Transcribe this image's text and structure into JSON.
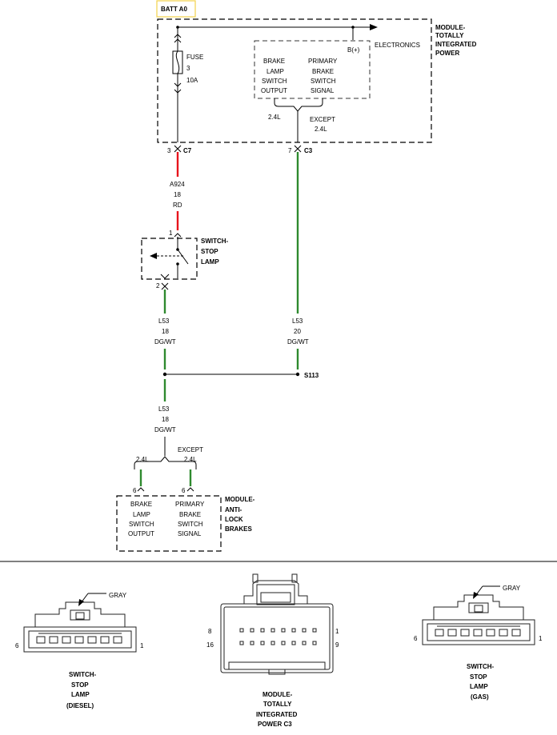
{
  "source_label": "BATT A0",
  "colors": {
    "red_wire": "#e8141c",
    "green_wire": "#2f8a2f",
    "source_box_border": "#f2d24b"
  },
  "tipm": {
    "title": [
      "MODULE-",
      "TOTALLY",
      "INTEGRATED",
      "POWER"
    ],
    "fuse": [
      "FUSE",
      "3",
      "10A"
    ],
    "electronics": "ELECTRONICS",
    "bplus": "B(+)",
    "brake_output": [
      "BRAKE",
      "LAMP",
      "SWITCH",
      "OUTPUT"
    ],
    "primary_signal": [
      "PRIMARY",
      "BRAKE",
      "SWITCH",
      "SIGNAL"
    ],
    "opt_a": "2.4L",
    "opt_b": [
      "EXCEPT",
      "2.4L"
    ]
  },
  "c7": {
    "pin": "3",
    "name": "C7"
  },
  "c3": {
    "pin": "7",
    "name": "C3"
  },
  "wire_a924": [
    "A924",
    "18",
    "RD"
  ],
  "switch": {
    "pin_in": "1",
    "pin_out": "2",
    "title": [
      "SWITCH-",
      "STOP",
      "LAMP"
    ]
  },
  "wire_l53_left": [
    "L53",
    "18",
    "DG/WT"
  ],
  "wire_l53_right": [
    "L53",
    "20",
    "DG/WT"
  ],
  "splice": "S113",
  "wire_l53_bottom": [
    "L53",
    "18",
    "DG/WT"
  ],
  "abs_options": {
    "left": "2.4L",
    "right": [
      "EXCEPT",
      "2.4L"
    ]
  },
  "abs": {
    "pin_left": "6",
    "pin_right": "6",
    "brake_output": [
      "BRAKE",
      "LAMP",
      "SWITCH",
      "OUTPUT"
    ],
    "primary_signal": [
      "PRIMARY",
      "BRAKE",
      "SWITCH",
      "SIGNAL"
    ],
    "title": [
      "MODULE-",
      "ANTI-",
      "LOCK",
      "BRAKES"
    ]
  },
  "connector_diesel": {
    "color": "GRAY",
    "pin_left": "6",
    "pin_right": "1",
    "caption": [
      "SWITCH-",
      "STOP",
      "LAMP",
      "(DIESEL)"
    ]
  },
  "connector_tipm": {
    "pin_tl": "8",
    "pin_bl": "16",
    "pin_tr": "1",
    "pin_br": "9",
    "caption": [
      "MODULE-",
      "TOTALLY",
      "INTEGRATED",
      "POWER C3"
    ]
  },
  "connector_gas": {
    "color": "GRAY",
    "pin_left": "6",
    "pin_right": "1",
    "caption": [
      "SWITCH-",
      "STOP",
      "LAMP",
      "(GAS)"
    ]
  }
}
